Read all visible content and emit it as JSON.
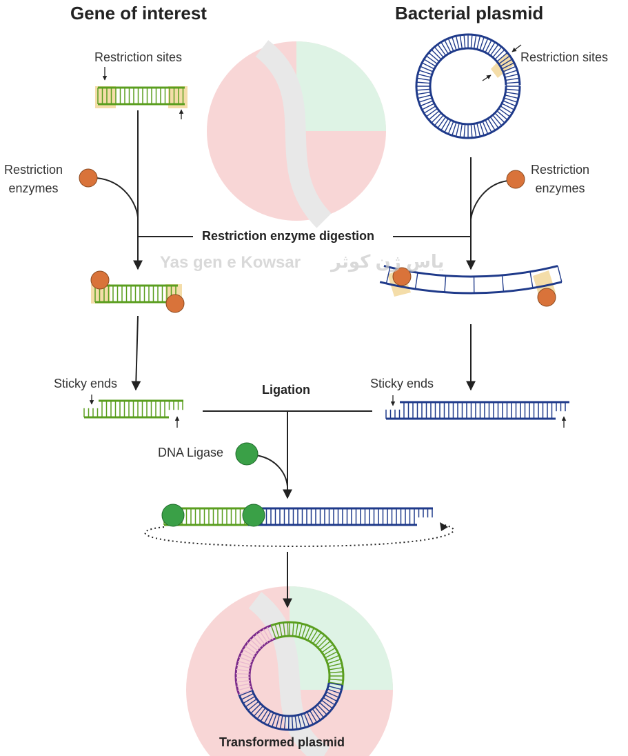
{
  "headings": {
    "gene": "Gene of interest",
    "plasmid": "Bacterial plasmid"
  },
  "labels": {
    "restriction_sites_left": "Restriction sites",
    "restriction_sites_right": "Restriction sites",
    "restriction_enzymes_left": "Restriction\nenzymes",
    "restriction_enzymes_right": "Restriction\nenzymes",
    "digestion": "Restriction enzyme digestion",
    "sticky_ends_left": "Sticky ends",
    "sticky_ends_right": "Sticky ends",
    "ligation": "Ligation",
    "dna_ligase": "DNA Ligase",
    "transformed": "Transformed plasmid"
  },
  "watermark": {
    "latin": "Yas gen e Kowsar",
    "arabic": "یاس ژن کوثر"
  },
  "colors": {
    "gene_green": "#5a9e1f",
    "plasmid_blue": "#1f3a8a",
    "enzyme_orange": "#d9733a",
    "ligase_green": "#3aa047",
    "site_highlight": "#f3d9a0",
    "arrow": "#222222",
    "insert_pink": "#e8b8d0"
  }
}
